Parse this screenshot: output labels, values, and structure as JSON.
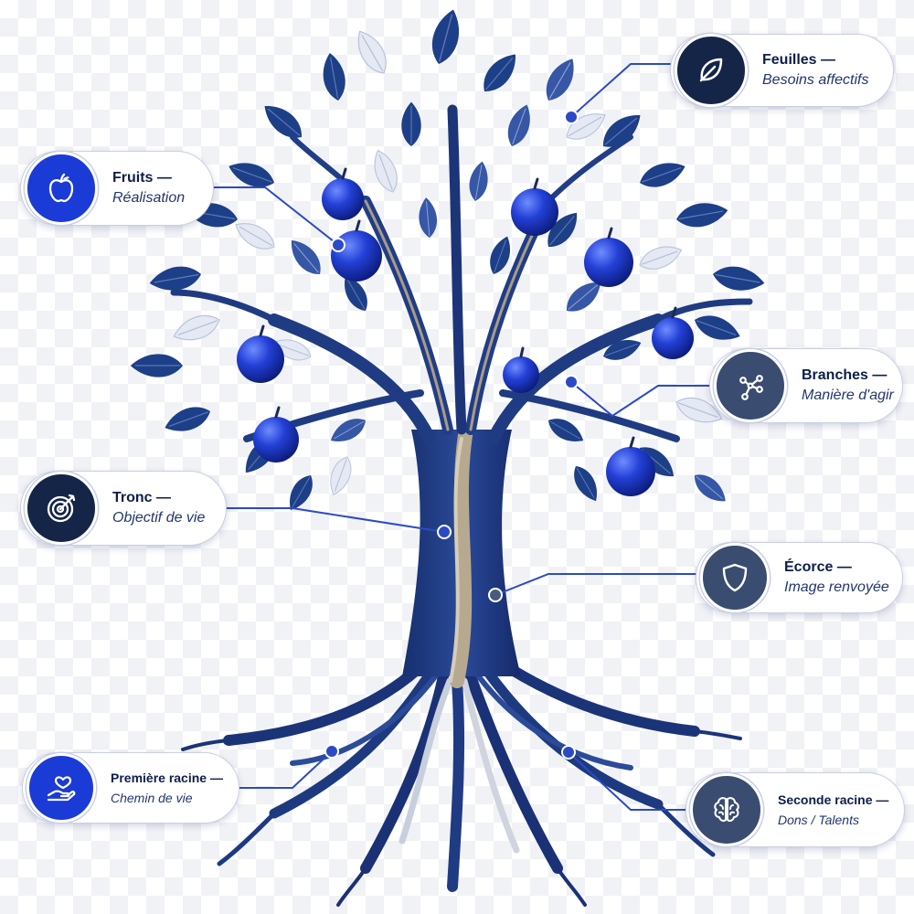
{
  "colors": {
    "blue_icon": "#1a3bd6",
    "navy_icon": "#152547",
    "slate_icon": "#3a4c70",
    "leaf_dark": "#1c3f86",
    "leaf_light": "#e6ebf4",
    "fruit": "#1c34b8",
    "trunk": "#1f3a80",
    "bark_light": "#b7a990",
    "connector": "#2c4ac6"
  },
  "labels": {
    "feuilles": {
      "title": "Feuilles —",
      "subtitle": "Besoins affectifs",
      "icon": "leaf-icon"
    },
    "fruits": {
      "title": "Fruits —",
      "subtitle": "Réalisation",
      "icon": "apple-icon"
    },
    "branches": {
      "title": "Branches —",
      "subtitle": "Manière d'agir",
      "icon": "branches-icon"
    },
    "tronc": {
      "title": "Tronc —",
      "subtitle": "Objectif de vie",
      "icon": "target-icon"
    },
    "ecorce": {
      "title": "Écorce —",
      "subtitle": "Image renvoyée",
      "icon": "shield-icon"
    },
    "premiere_racine": {
      "title": "Première racine —",
      "subtitle": "Chemin de vie",
      "icon": "heart-hand-icon"
    },
    "seconde_racine": {
      "title": "Seconde racine —",
      "subtitle": "Dons / Talents",
      "icon": "brain-icon"
    }
  }
}
